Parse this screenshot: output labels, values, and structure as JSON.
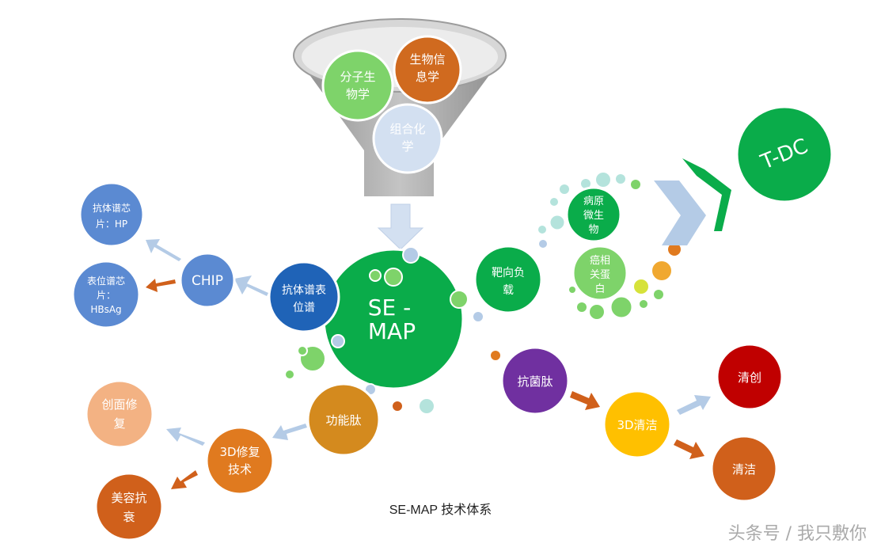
{
  "caption": "SE-MAP 技术体系",
  "watermark": "头条号 / 我只敷你",
  "funnel": {
    "items": [
      {
        "line1": "分子生",
        "line2": "物学"
      },
      {
        "line1": "生物信",
        "line2": "息学"
      },
      {
        "line1": "组合化",
        "line2": "学"
      }
    ]
  },
  "center": {
    "line1": "SE -",
    "line2": "MAP"
  },
  "left": {
    "antibody_profile": {
      "line1": "抗体谱表",
      "line2": "位谱"
    },
    "chip": "CHIP",
    "chip_hp": {
      "line1": "抗体谱芯",
      "line2": "片：HP"
    },
    "chip_hbsag": {
      "line1": "表位谱芯",
      "line2": "片：",
      "line3": "HBsAg"
    }
  },
  "right": {
    "targeted": {
      "line1": "靶向负",
      "line2": "载"
    },
    "pathogen": {
      "line1": "病原",
      "line2": "微生",
      "line3": "物"
    },
    "cancer": {
      "line1": "癌相",
      "line2": "关蛋",
      "line3": "白"
    },
    "tdc": "T-DC"
  },
  "bottom_right": {
    "peptide": "抗菌肽",
    "clean3d": "3D清洁",
    "debride": "清创",
    "clean": "清洁"
  },
  "bottom_left": {
    "functional": "功能肽",
    "repair3d": {
      "line1": "3D修复",
      "line2": "技术"
    },
    "wound": {
      "line1": "创面修",
      "line2": "复"
    },
    "beauty": {
      "line1": "美容抗",
      "line2": "衰"
    }
  },
  "colors": {
    "green": "#0aac4a",
    "light_green": "#7ed36a",
    "orange": "#e07a1f",
    "dark_orange": "#d0601b",
    "blue": "#5b8ad2",
    "dark_blue": "#1f63b7",
    "purple": "#7030a0",
    "yellow": "#ffc000",
    "red": "#c00000",
    "peach": "#f3b283",
    "funnel_gray": "#a6a6a6",
    "arrow_light_blue": "#b4cbe6"
  }
}
